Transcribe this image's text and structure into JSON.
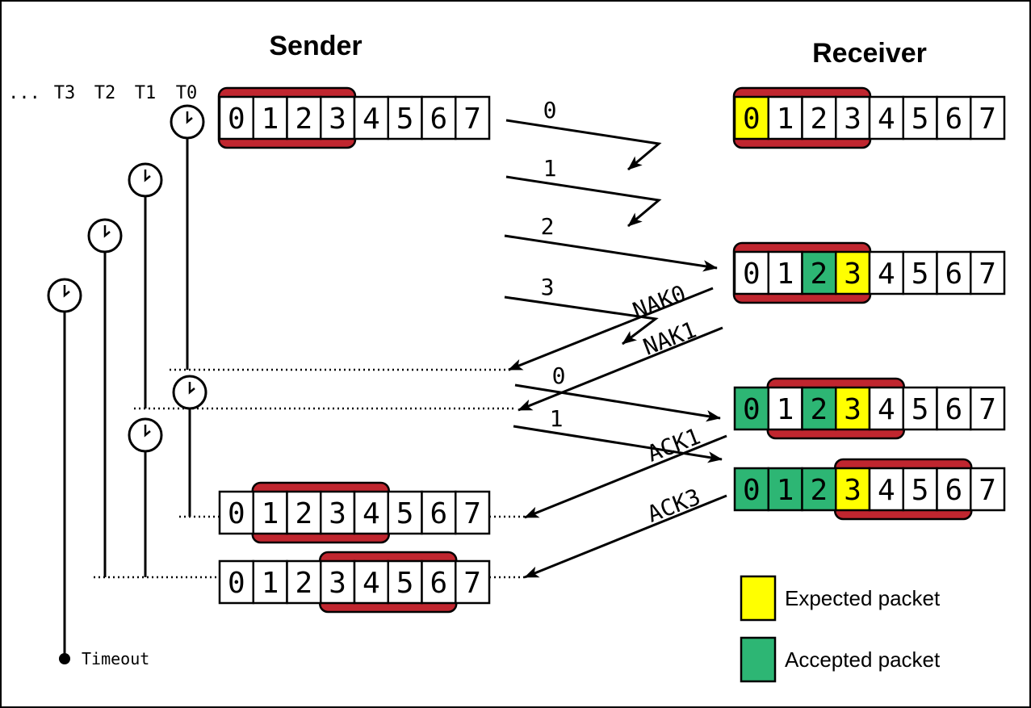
{
  "sender": {
    "title": "Sender",
    "timer_labels": [
      "...",
      "T3",
      "T2",
      "T1",
      "T0"
    ],
    "timeout_label": "Timeout",
    "rows": [
      {
        "cells": [
          "0",
          "1",
          "2",
          "3",
          "4",
          "5",
          "6",
          "7"
        ],
        "window": [
          0,
          3
        ]
      },
      {
        "cells": [
          "0",
          "1",
          "2",
          "3",
          "4",
          "5",
          "6",
          "7"
        ],
        "window": [
          1,
          4
        ]
      },
      {
        "cells": [
          "0",
          "1",
          "2",
          "3",
          "4",
          "5",
          "6",
          "7"
        ],
        "window": [
          3,
          6
        ]
      }
    ]
  },
  "receiver": {
    "title": "Receiver",
    "rows": [
      {
        "cells": [
          "0",
          "1",
          "2",
          "3",
          "4",
          "5",
          "6",
          "7"
        ],
        "window": [
          0,
          3
        ],
        "expected": [
          0
        ],
        "accepted": []
      },
      {
        "cells": [
          "0",
          "1",
          "2",
          "3",
          "4",
          "5",
          "6",
          "7"
        ],
        "window": [
          0,
          3
        ],
        "expected": [
          3
        ],
        "accepted": [
          2
        ]
      },
      {
        "cells": [
          "0",
          "1",
          "2",
          "3",
          "4",
          "5",
          "6",
          "7"
        ],
        "window": [
          1,
          4
        ],
        "expected": [
          3
        ],
        "accepted": [
          0,
          2
        ]
      },
      {
        "cells": [
          "0",
          "1",
          "2",
          "3",
          "4",
          "5",
          "6",
          "7"
        ],
        "window": [
          3,
          6
        ],
        "expected": [
          3
        ],
        "accepted": [
          0,
          1,
          2
        ]
      }
    ]
  },
  "messages": [
    {
      "label": "0",
      "kind": "lost"
    },
    {
      "label": "1",
      "kind": "lost"
    },
    {
      "label": "2",
      "kind": "data"
    },
    {
      "label": "3",
      "kind": "lost"
    },
    {
      "label": "NAK0",
      "kind": "nak"
    },
    {
      "label": "NAK1",
      "kind": "nak"
    },
    {
      "label": "0",
      "kind": "data"
    },
    {
      "label": "1",
      "kind": "data"
    },
    {
      "label": "ACK1",
      "kind": "ack"
    },
    {
      "label": "ACK3",
      "kind": "ack"
    }
  ],
  "legend": [
    {
      "label": "Expected packet",
      "color": "#ffff00"
    },
    {
      "label": "Accepted packet",
      "color": "#2db674"
    }
  ],
  "colors": {
    "expected": "#ffff00",
    "accepted": "#2db674",
    "window": "#c0262f"
  }
}
